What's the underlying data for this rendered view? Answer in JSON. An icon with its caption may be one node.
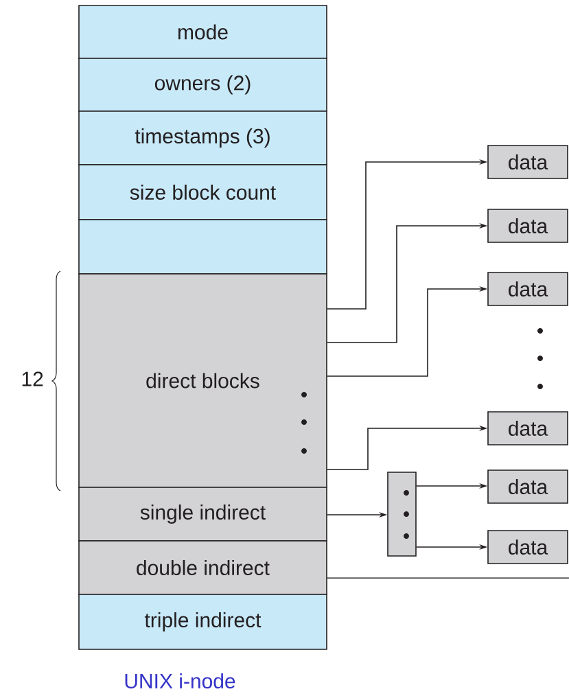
{
  "diagram": {
    "caption": "UNIX i-node",
    "nodes": [
      {
        "text": [
          "mode"
        ]
      },
      {
        "text": [
          "owners (2)"
        ]
      },
      {
        "text": [
          "timestamps (3)"
        ]
      },
      {
        "text": [
          "size block count"
        ]
      },
      {
        "text": [],
        "shape": "box"
      },
      {
        "text": [
          "direct blocks"
        ]
      },
      {
        "text": [
          "single indirect"
        ]
      },
      {
        "text": [
          "double indirect"
        ]
      },
      {
        "text": [
          "triple indirect"
        ]
      },
      {
        "text": [
          "data"
        ]
      },
      {
        "text": [
          "data"
        ]
      },
      {
        "text": [
          "data"
        ]
      },
      {
        "text": [
          "data"
        ]
      },
      {
        "text": [],
        "shape": "box"
      },
      {
        "text": [
          "data"
        ]
      },
      {
        "text": [
          "data"
        ]
      }
    ],
    "edges": [
      {
        "from": 5,
        "to": 9,
        "arrow": "to"
      },
      {
        "from": 5,
        "to": 10,
        "arrow": "to"
      },
      {
        "from": 5,
        "to": 11,
        "arrow": "to"
      },
      {
        "from": 5,
        "to": 12,
        "arrow": "to"
      },
      {
        "from": 6,
        "to": 13,
        "arrow": "to"
      },
      {
        "from": 13,
        "to": 14,
        "arrow": "to"
      },
      {
        "from": 13,
        "to": 15,
        "arrow": "to"
      },
      {
        "from": 7,
        "to": null,
        "arrow": "none"
      }
    ],
    "labels": [
      "12"
    ]
  }
}
